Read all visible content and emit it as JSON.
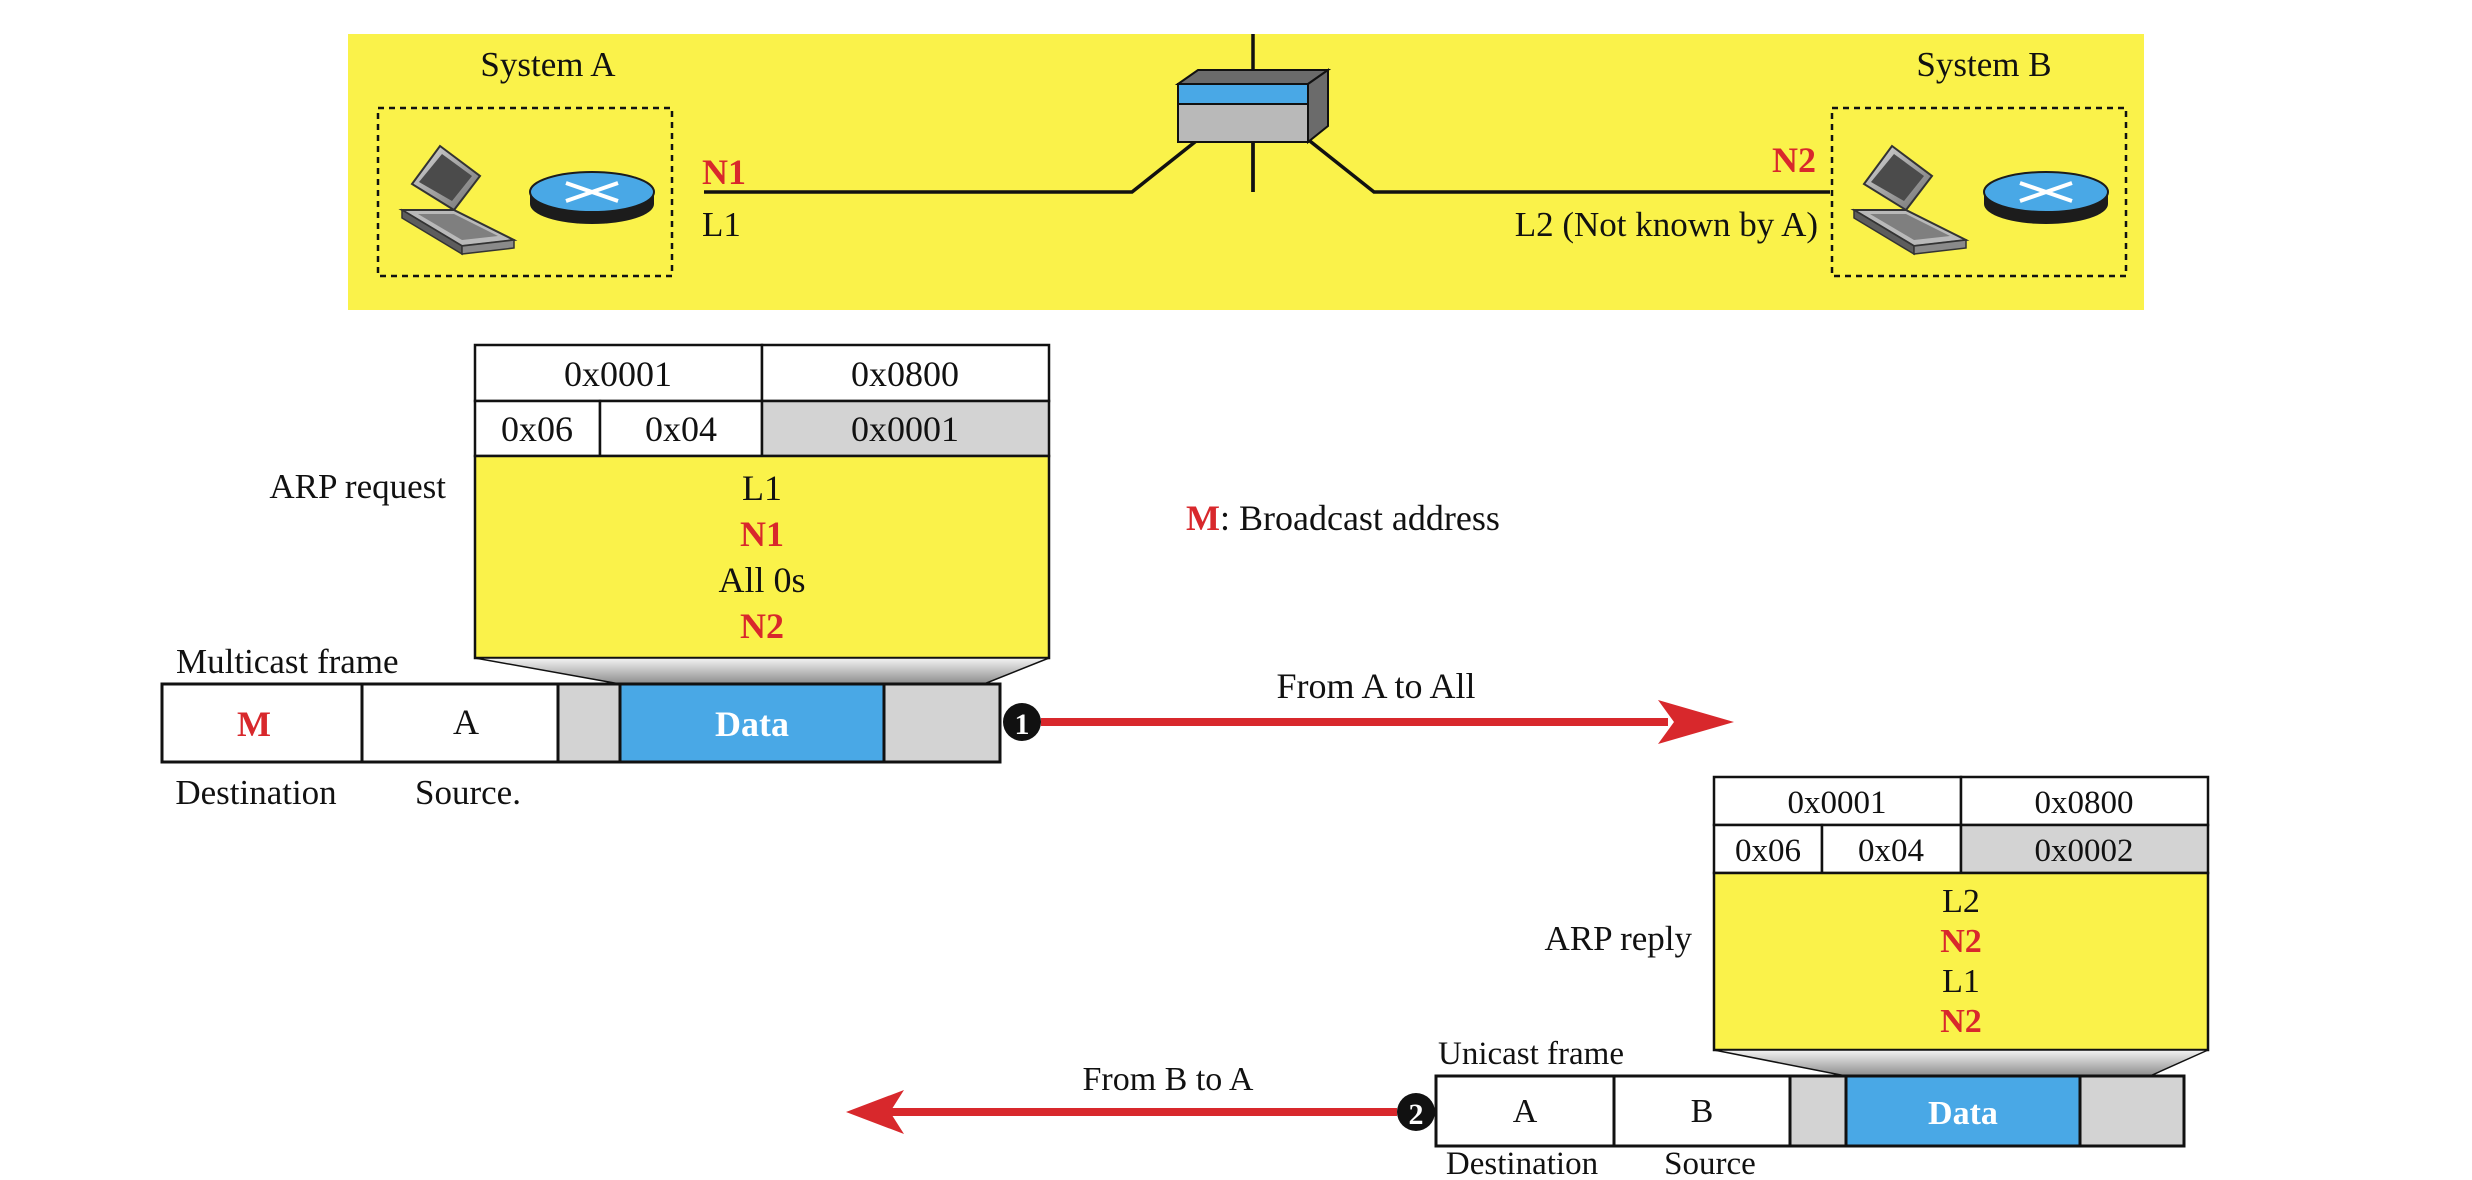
{
  "colors": {
    "yellow": "#faf24a",
    "blue": "#49a8e6",
    "gray": "#d3d3d3",
    "red": "#d8282c",
    "dark": "#111111"
  },
  "network": {
    "system_a": {
      "label": "System A",
      "addr_net": "N1",
      "addr_link": "L1",
      "icons": [
        "laptop-icon",
        "router-icon"
      ]
    },
    "system_b": {
      "label": "System B",
      "addr_net": "N2",
      "addr_link": "L2 (Not known by A)",
      "icons": [
        "laptop-icon",
        "router-icon"
      ]
    },
    "switch_icon": "switch-icon"
  },
  "legend": {
    "symbol": "M",
    "text": ": Broadcast address"
  },
  "request": {
    "label": "ARP request",
    "hw_type": "0x0001",
    "proto_type": "0x0800",
    "hw_len": "0x06",
    "proto_len": "0x04",
    "operation": "0x0001",
    "fields": [
      {
        "text": "L1",
        "red": false
      },
      {
        "text": "N1",
        "red": true
      },
      {
        "text": "All 0s",
        "red": false
      },
      {
        "text": "N2",
        "red": true
      }
    ],
    "frame": {
      "title": "Multicast frame",
      "destination": "M",
      "source": "A",
      "data": "Data",
      "destination_label": "Destination",
      "source_label": "Source."
    },
    "step": "1",
    "arrow_label": "From A to All"
  },
  "reply": {
    "label": "ARP reply",
    "hw_type": "0x0001",
    "proto_type": "0x0800",
    "hw_len": "0x06",
    "proto_len": "0x04",
    "operation": "0x0002",
    "fields": [
      {
        "text": "L2",
        "red": false
      },
      {
        "text": "N2",
        "red": true
      },
      {
        "text": "L1",
        "red": false
      },
      {
        "text": "N2",
        "red": true
      }
    ],
    "frame": {
      "title": "Unicast frame",
      "destination": "A",
      "source": "B",
      "data": "Data",
      "destination_label": "Destination",
      "source_label": "Source"
    },
    "step": "2",
    "arrow_label": "From B to A"
  }
}
